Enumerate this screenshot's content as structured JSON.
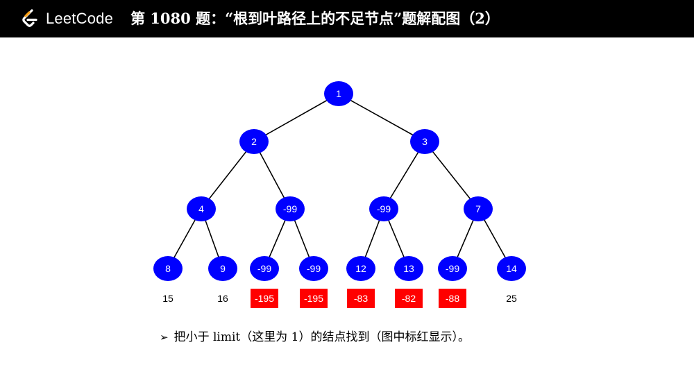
{
  "header": {
    "brand": "LeetCode",
    "title": "第 1080 题：“根到叶路径上的不足节点”题解配图（2）"
  },
  "colors": {
    "node": "#0000ff",
    "insufficient": "#ff0000",
    "edge": "#000000"
  },
  "tree": {
    "nodes": [
      {
        "id": "n1",
        "value": "1"
      },
      {
        "id": "n2",
        "value": "2"
      },
      {
        "id": "n3",
        "value": "3"
      },
      {
        "id": "n4",
        "value": "4"
      },
      {
        "id": "n5",
        "value": "-99"
      },
      {
        "id": "n6",
        "value": "-99"
      },
      {
        "id": "n7",
        "value": "7"
      },
      {
        "id": "n8",
        "value": "8"
      },
      {
        "id": "n9",
        "value": "9"
      },
      {
        "id": "n10",
        "value": "-99"
      },
      {
        "id": "n11",
        "value": "-99"
      },
      {
        "id": "n12",
        "value": "12"
      },
      {
        "id": "n13",
        "value": "13"
      },
      {
        "id": "n14",
        "value": "-99"
      },
      {
        "id": "n15",
        "value": "14"
      }
    ],
    "path_sums": [
      {
        "value": "15",
        "below_limit": false
      },
      {
        "value": "16",
        "below_limit": false
      },
      {
        "value": "-195",
        "below_limit": true
      },
      {
        "value": "-195",
        "below_limit": true
      },
      {
        "value": "-83",
        "below_limit": true
      },
      {
        "value": "-82",
        "below_limit": true
      },
      {
        "value": "-88",
        "below_limit": true
      },
      {
        "value": "25",
        "below_limit": false
      }
    ]
  },
  "caption": {
    "bullet": "➢",
    "text": "把小于 limit（这里为 1）的结点找到（图中标红显示）。"
  }
}
